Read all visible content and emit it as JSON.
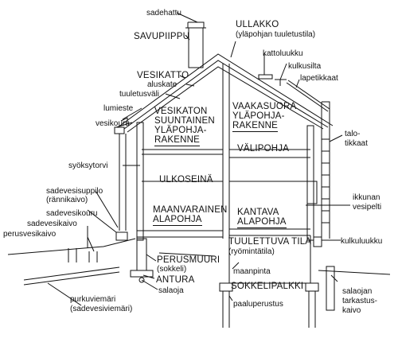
{
  "labels": {
    "sadehattu": "sadehattu",
    "savupiippu": "SAVUPIIPPU",
    "ullakko": "ULLAKKO",
    "ullakko_sub": "(yläpohjan tuuletustila)",
    "kattoluukku": "kattoluukku",
    "kulkusilta": "kulkusilta",
    "lapetikkaat": "lapetikkaat",
    "vesikatto": "VESIKATTO",
    "aluskate": "aluskate",
    "tuuletusvali": "tuuletusväli",
    "lumieste": "lumieste",
    "vesikouru": "vesikouru",
    "vesikaton_suuntainen": [
      "VESIKATON",
      "SUUNTAINEN",
      "YLÄPOHJA-",
      "RAKENNE"
    ],
    "vaakasuora": [
      "VAAKASUORA",
      "YLÄPOHJA-",
      "RAKENNE"
    ],
    "talotikkaat": [
      "talo-",
      "tikkaat"
    ],
    "valipohja": "VÄLIPOHJA",
    "syoksytorvi": "syöksytorvi",
    "ulkoseina": "ULKOSEINÄ",
    "sadevesisuppilo": "sadevesisuppilo",
    "rannikaivo": "(rännikaivo)",
    "sadevesikouru": "sadevesikouru",
    "sadevesikaivo": "sadevesikaivo",
    "perusvesikaivo": "perusvesikaivo",
    "maanvarainen": [
      "MAANVARAINEN",
      "ALAPOHJA"
    ],
    "kantava": [
      "KANTAVA",
      "ALAPOHJA"
    ],
    "ikkunan_vesipelti": [
      "ikkunan",
      "vesipelti"
    ],
    "tuulettuva_tila": "TUULETTUVA TILA",
    "ryomintatila": "(ryömintätila)",
    "kulkuluukku": "kulkuluukku",
    "perusmuuri": "PERUSMUURI",
    "sokkeli": "(sokkeli)",
    "antura": "ANTURA",
    "maanpinta": "maanpinta",
    "sokkelipalkki": "SOKKELIPALKKI",
    "salaoja": "salaoja",
    "paaluperustus": "paaluperustus",
    "purkuviemari": "purkuviemäri",
    "sadevesiviemari": "(sadevesiviemäri)",
    "salaojan_tarkastuskaivo": [
      "salaojan",
      "tarkastus-",
      "kaivo"
    ]
  }
}
